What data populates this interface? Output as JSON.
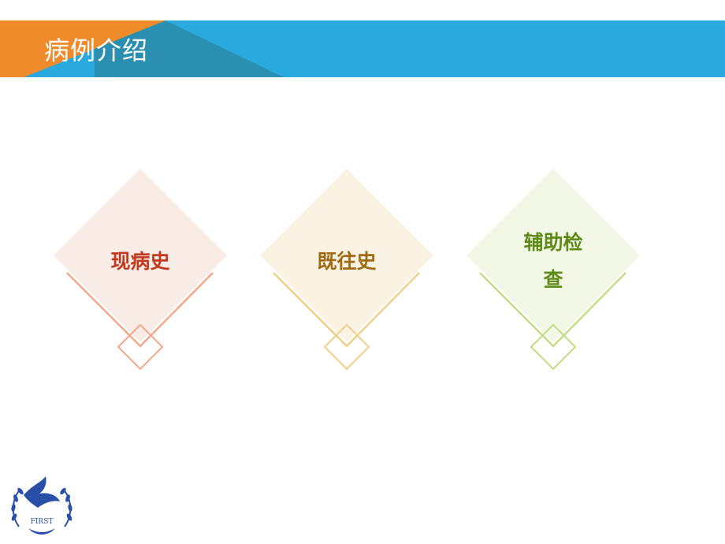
{
  "header": {
    "title": "病例介绍",
    "colors": {
      "orange": "#f08b2c",
      "blue_dark": "#2a8fb0",
      "blue_light": "#2aa9de"
    }
  },
  "cards": [
    {
      "id": "present-illness",
      "label": "现病史",
      "text_color": "#c2391f",
      "fill": "#f9ece6",
      "outline": "#f2a98a"
    },
    {
      "id": "past-history",
      "label": "既往史",
      "text_color": "#9e6a12",
      "fill": "#faf3e4",
      "outline": "#f2cf86"
    },
    {
      "id": "auxiliary-exam",
      "label_lines": [
        "辅助检",
        "查"
      ],
      "text_color": "#5e8a18",
      "fill": "#f3f8e6",
      "outline": "#c3dd86"
    }
  ],
  "logo": {
    "text": "FIRST",
    "icon": "dove-laurel-emblem-icon",
    "color": "#2a4fa8"
  }
}
